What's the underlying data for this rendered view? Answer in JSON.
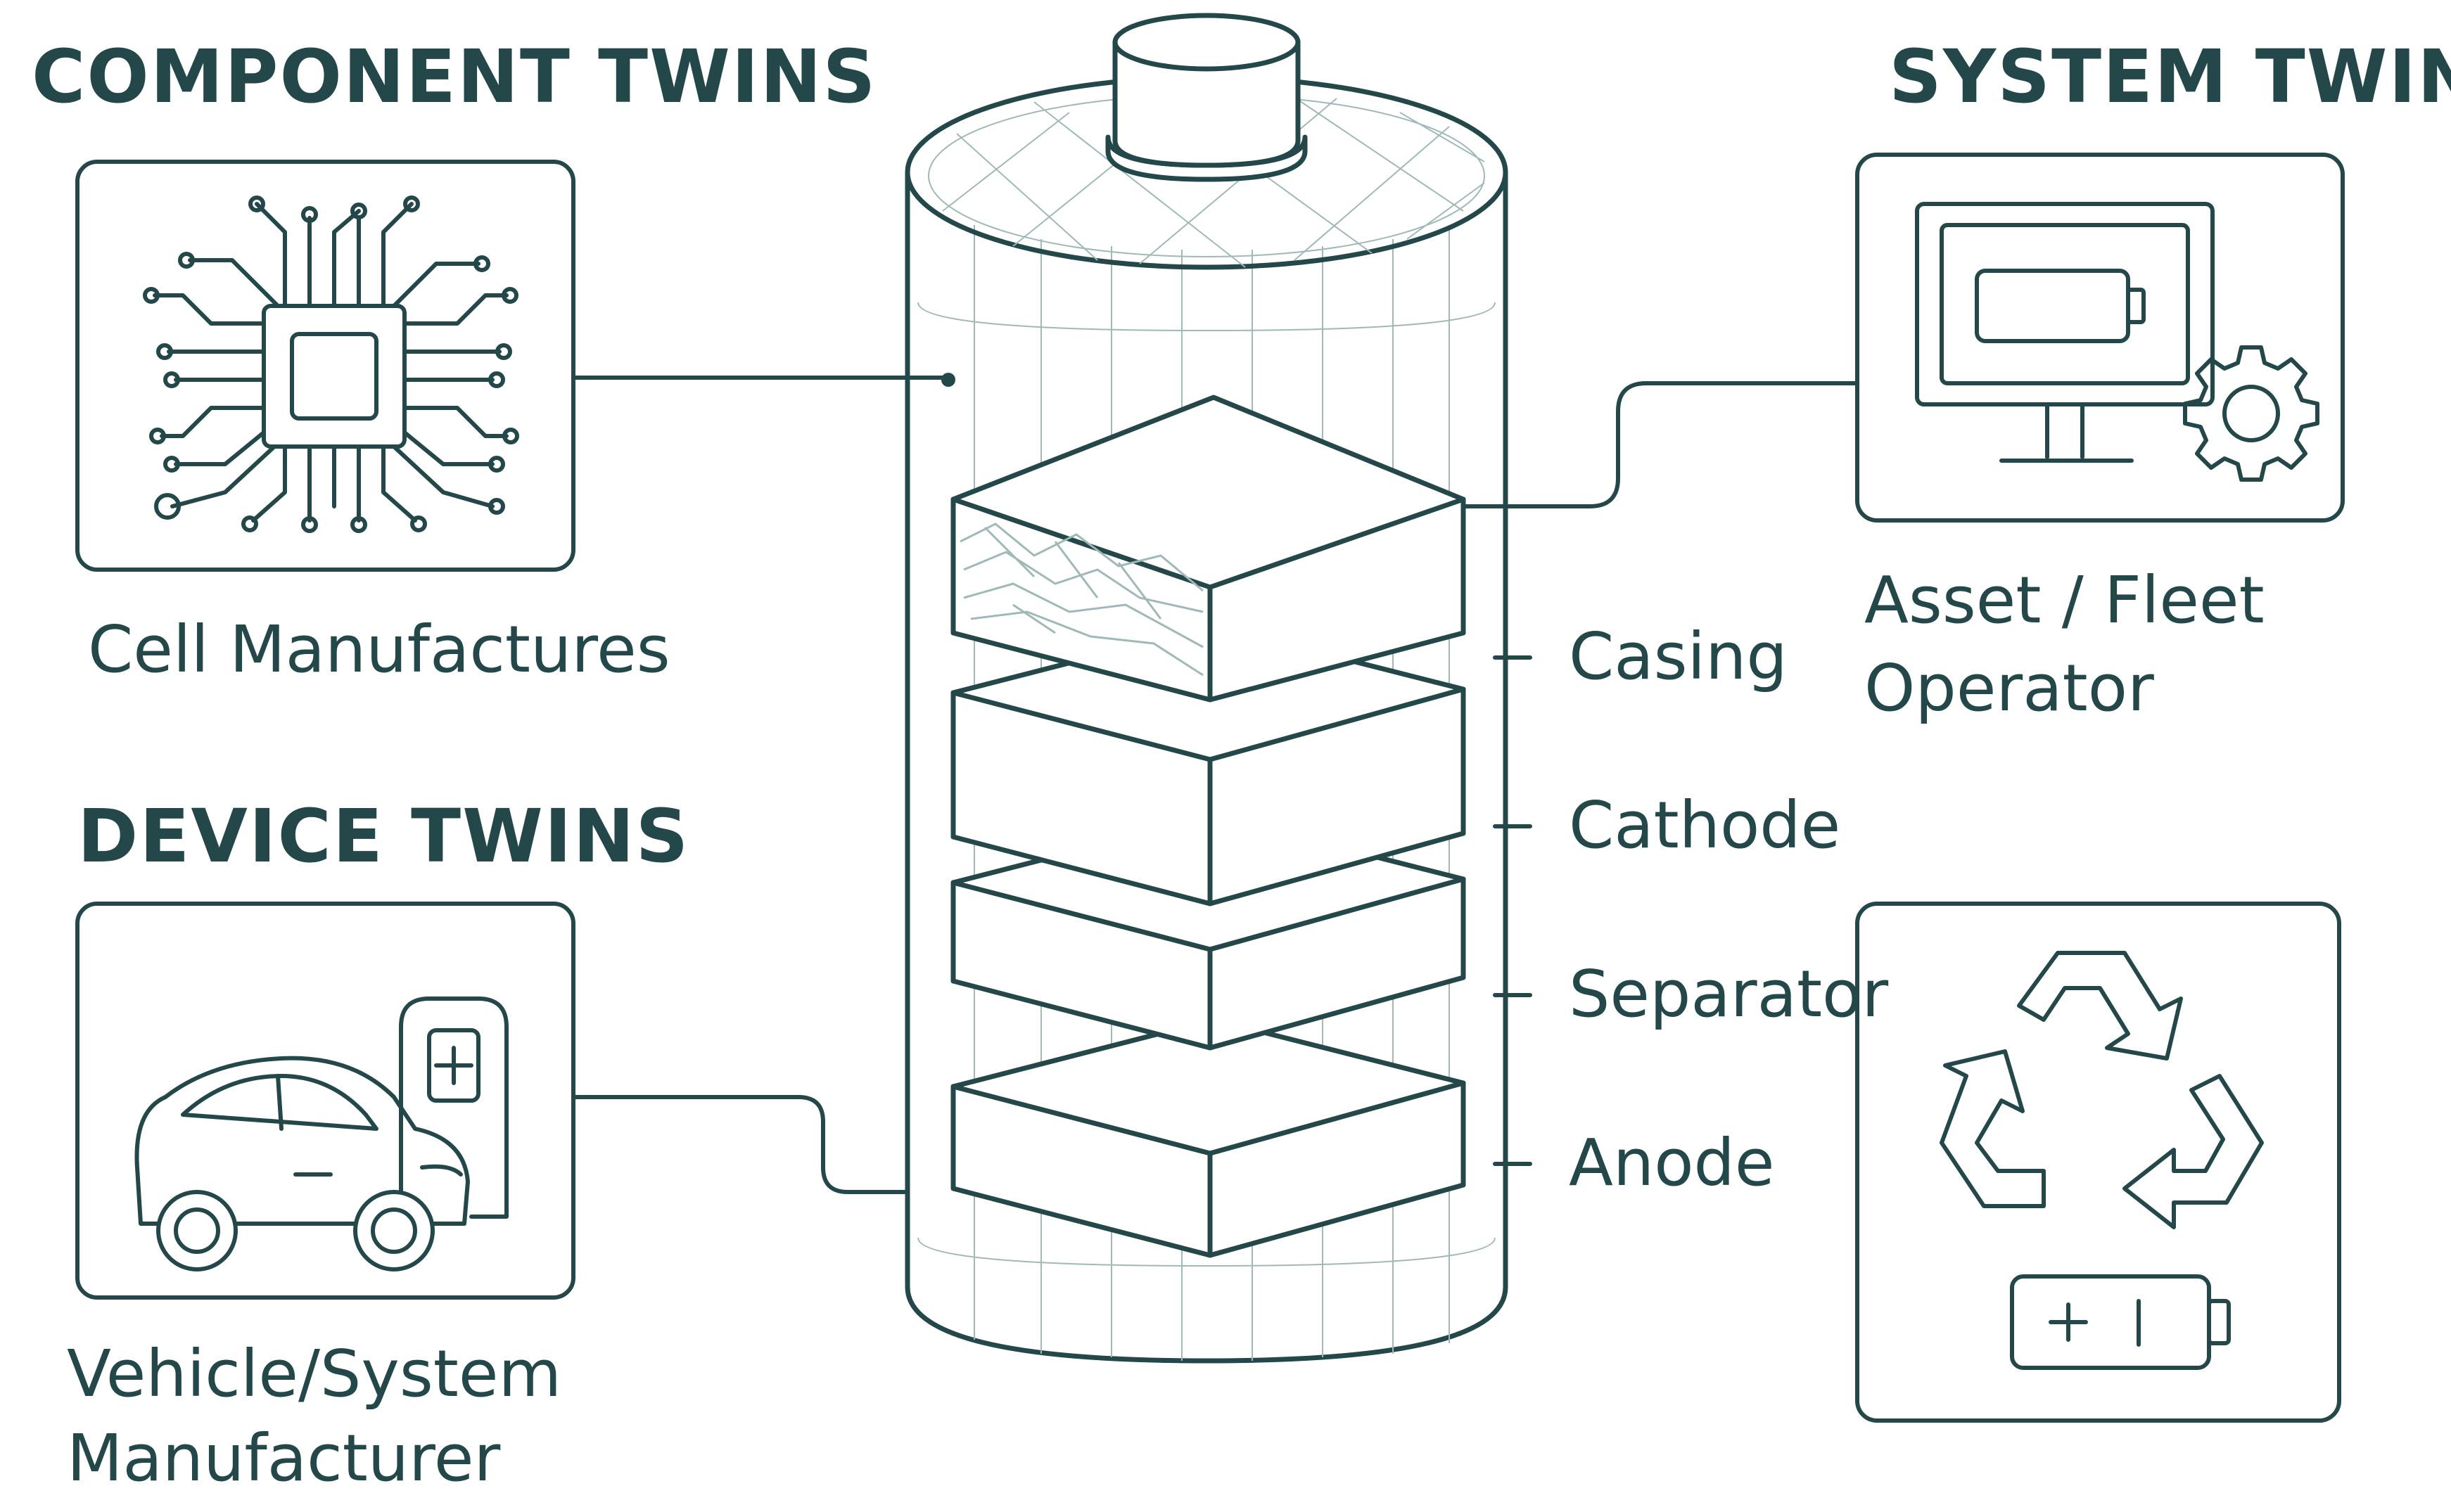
{
  "headings": {
    "component": "COMPONENT TWINS",
    "system": "SYSTEM TWINS",
    "device": "DEVICE TWINS"
  },
  "captions": {
    "cell": "Cell Manufactures",
    "asset_line1": "Asset / Fleet",
    "asset_line2": "Operator",
    "vehicle_line1": "Vehicle/System",
    "vehicle_line2": "Manufacturer"
  },
  "layers": [
    "Casing",
    "Cathode",
    "Separator",
    "Anode"
  ],
  "icons": {
    "component": "circuit-chip-icon",
    "system": "monitor-battery-gear-icon",
    "device": "car-charger-icon",
    "recycle": "recycle-battery-icon"
  },
  "colors": {
    "ink": "#24484a",
    "light_line": "#9fb8b8"
  }
}
